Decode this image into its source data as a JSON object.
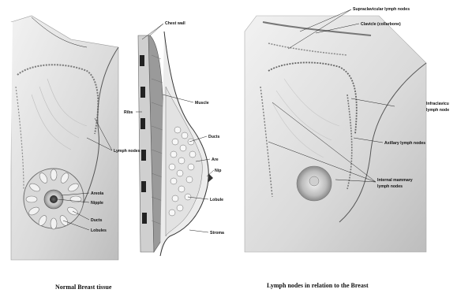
{
  "labels": {
    "chest_wall": "Chest wall",
    "ribs": "Ribs",
    "muscle": "Muscle",
    "ducts": "Ducts",
    "ducts_left": "Ducts",
    "ducts_right": "Ducts",
    "are": "Are",
    "nip": "Nip",
    "lymph_nodes": "Lymph nodes",
    "areola": "Areola",
    "nipple": "Nipple",
    "lobules": "Lobules",
    "lobule": "Lobule",
    "stroma": "Stroma",
    "supraclavicular": "Supraclavicular lymph nodes",
    "clavicle": "Clavicle (collarbone)",
    "infraclavicular_1": "Infraclavicu",
    "infraclavicular_2": "lymph node",
    "axillary": "Axillary lymph nodes",
    "internal_mammary_1": "Internal mammary",
    "internal_mammary_2": "lymph nodes"
  },
  "captions": {
    "left": "Normal Breast tissue",
    "right": "Lymph nodes in relation to the Breast"
  }
}
